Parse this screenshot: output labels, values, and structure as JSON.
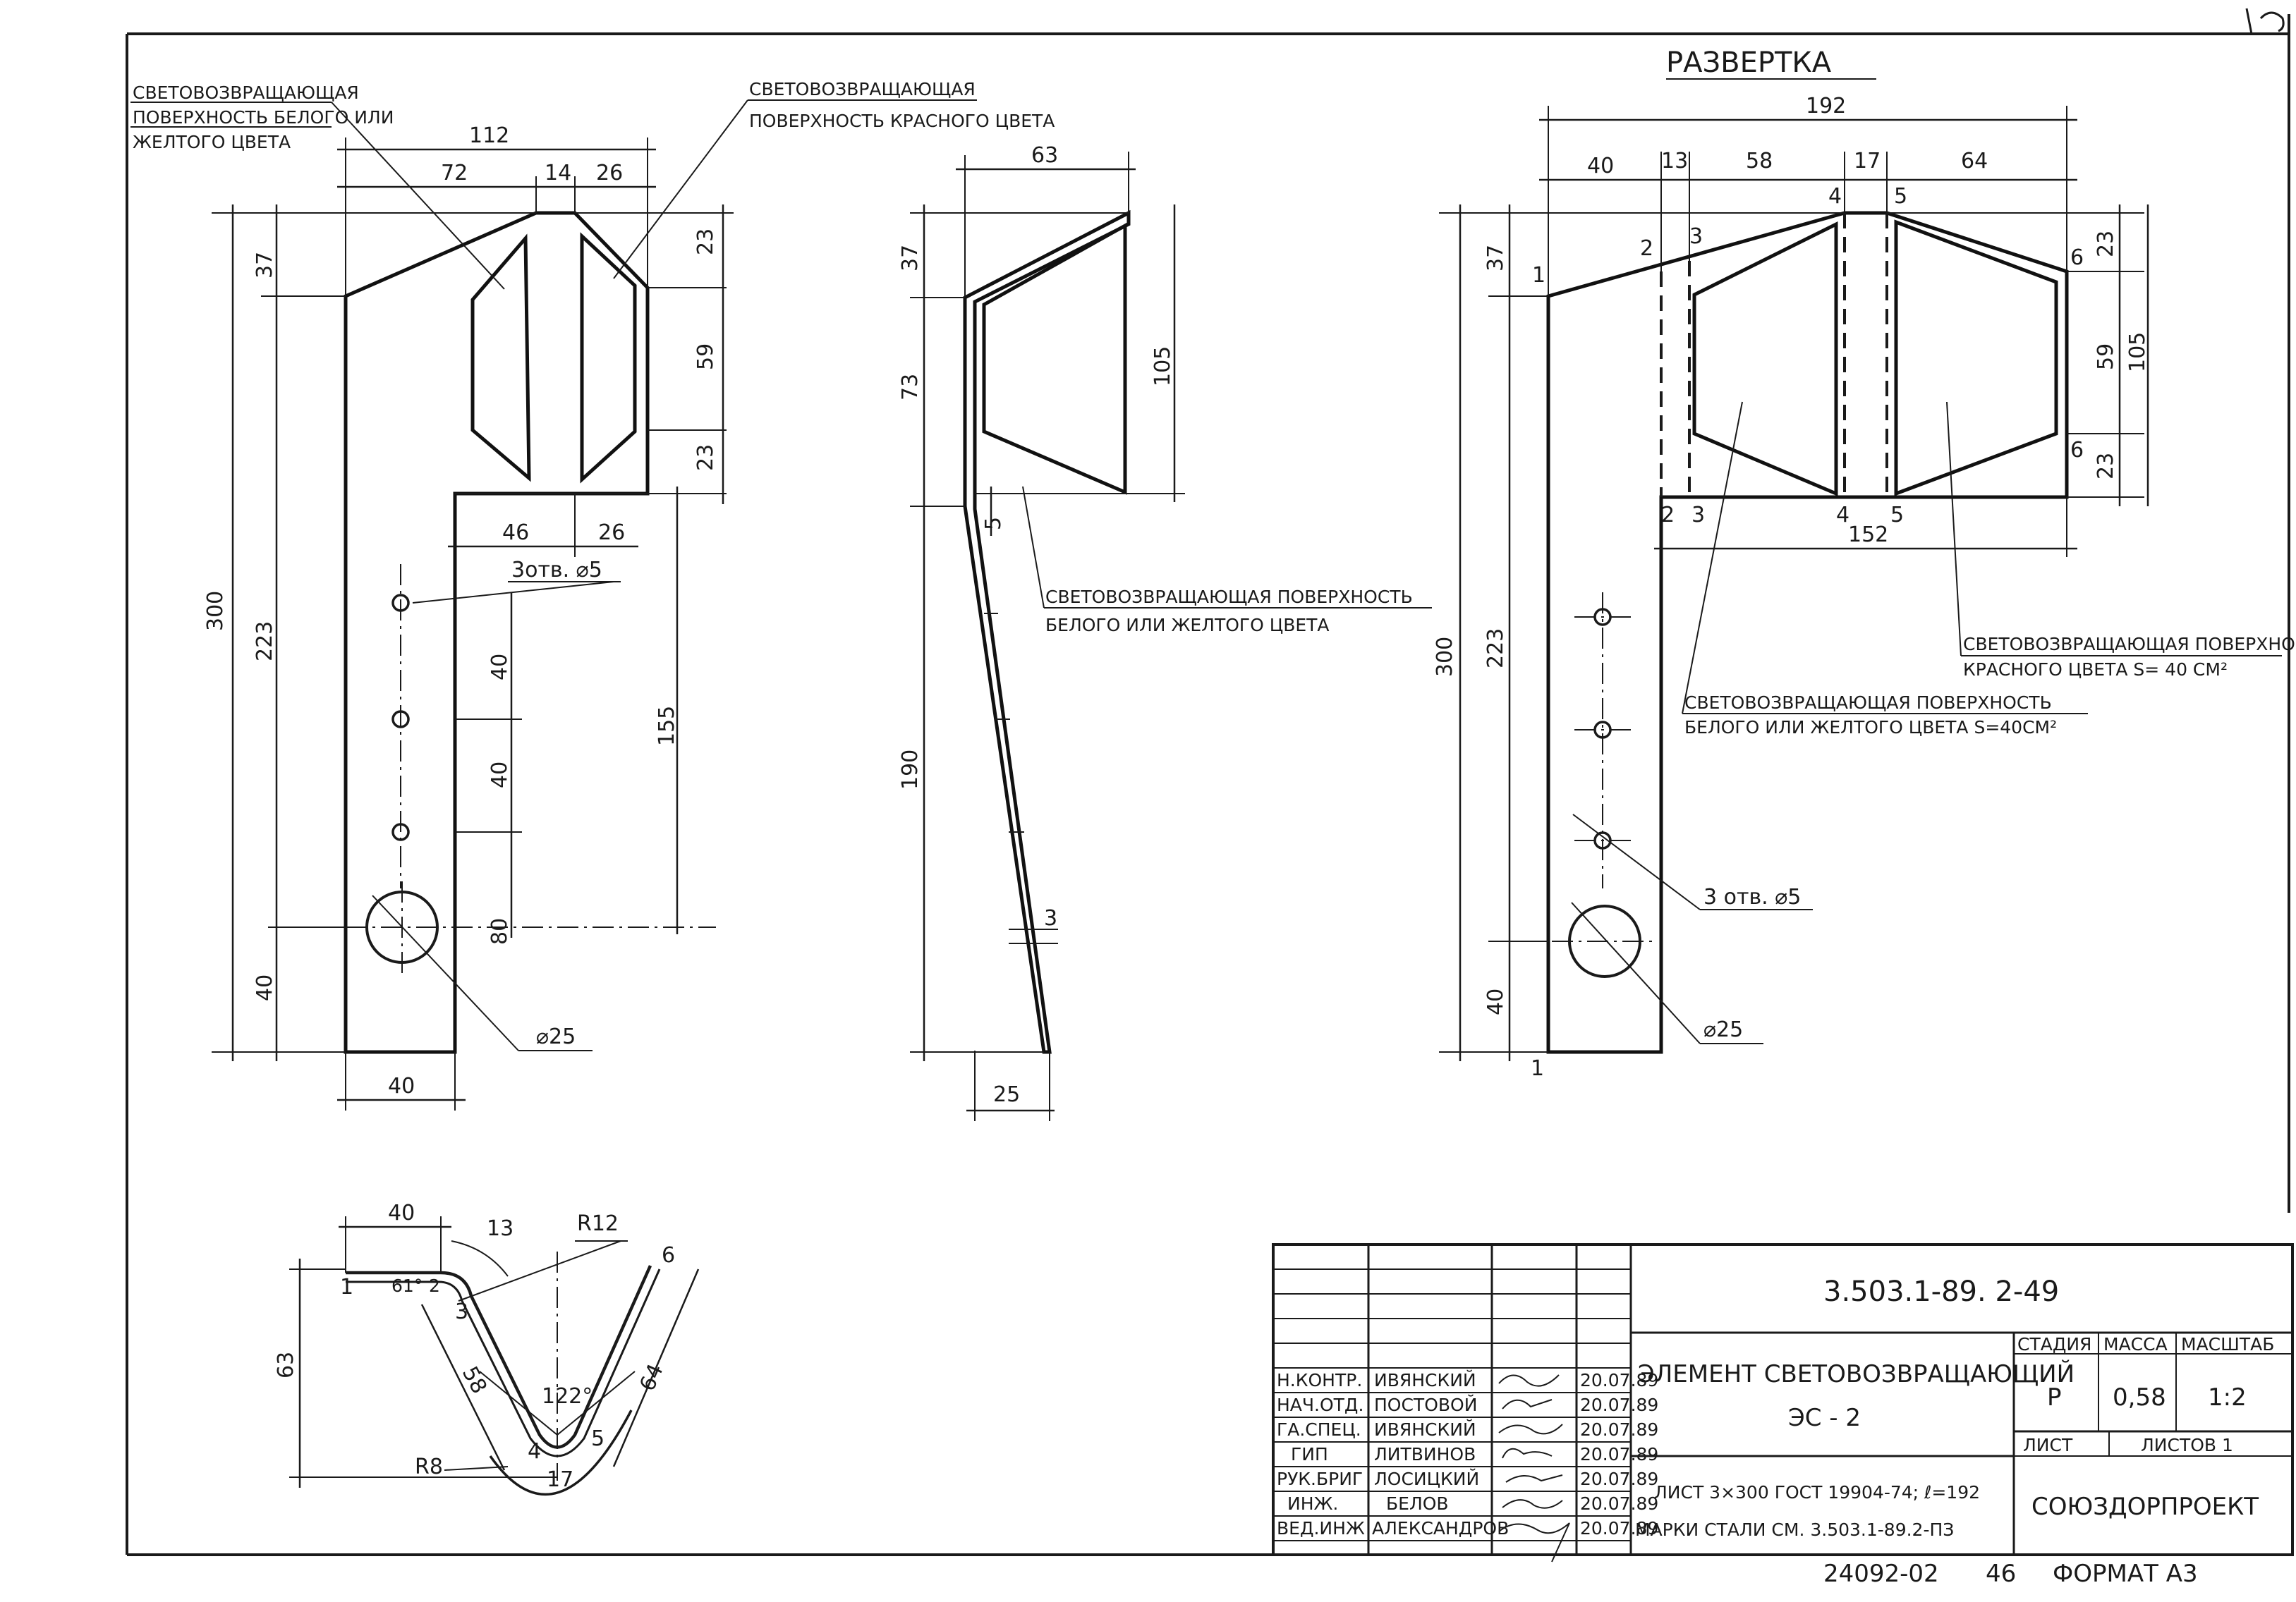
{
  "view_front": {
    "label_white": [
      "СВЕТОВОЗВРАЩАЮЩАЯ",
      "ПОВЕРХНОСТЬ БЕЛОГО ИЛИ",
      "ЖЕЛТОГО ЦВЕТА"
    ],
    "label_red": [
      "СВЕТОВОЗВРАЩАЮЩАЯ",
      "ПОВЕРХНОСТЬ КРАСНОГО ЦВЕТА"
    ],
    "dims": {
      "top_total": "112",
      "top_a": "72",
      "top_b": "14",
      "top_c": "26",
      "h_37": "37",
      "h_23a": "23",
      "h_59": "59",
      "h_23b": "23",
      "h_300": "300",
      "h_223": "223",
      "h_155": "155",
      "h_40a": "40",
      "h_40b": "40",
      "h_80": "80",
      "h_40c": "40",
      "w_46": "46",
      "w_26": "26",
      "w_40": "40",
      "holes": "3отв. ⌀5",
      "hole_big": "⌀25"
    }
  },
  "view_side": {
    "label": [
      "СВЕТОВОЗВРАЩАЮЩАЯ ПОВЕРХНОСТЬ",
      "БЕЛОГО ИЛИ ЖЕЛТОГО ЦВЕТА"
    ],
    "dims": {
      "w_63": "63",
      "h_37": "37",
      "h_73": "73",
      "h_105": "105",
      "h_5": "5",
      "h_190": "190",
      "t_3": "3",
      "w_25": "25"
    }
  },
  "view_unfold": {
    "title": "РАЗВЕРТКА",
    "label_red": [
      "СВЕТОВОЗВРАЩАЮЩАЯ ПОВЕРХНОСТЬ",
      "КРАСНОГО ЦВЕТА S= 40 СМ²"
    ],
    "label_white": [
      "СВЕТОВОЗВРАЩАЮЩАЯ ПОВЕРХНОСТЬ",
      "БЕЛОГО ИЛИ ЖЕЛТОГО ЦВЕТА S=40СМ²"
    ],
    "dims": {
      "top_192": "192",
      "s_40": "40",
      "s_13": "13",
      "s_58": "58",
      "s_17": "17",
      "s_64": "64",
      "h_37": "37",
      "h_23a": "23",
      "h_59": "59",
      "h_23b": "23",
      "h_105": "105",
      "w_152": "152",
      "h_300": "300",
      "h_223": "223",
      "h_40": "40",
      "holes": "3 отв. ⌀5",
      "hole_big": "⌀25"
    },
    "points": [
      "1",
      "2",
      "3",
      "4",
      "5",
      "6",
      "6",
      "2",
      "3",
      "4",
      "5",
      "1"
    ]
  },
  "view_section": {
    "dims": {
      "w_40": "40",
      "s_13": "13",
      "r_12": "R12",
      "ang_61": "61°",
      "z_2": "2",
      "h_63": "63",
      "s_58": "58",
      "s_64": "64",
      "ang_122": "122°",
      "r_8": "R8",
      "s_17": "17"
    },
    "points": [
      "1",
      "3",
      "4",
      "5",
      "6"
    ]
  },
  "title_block": {
    "code": "3.503.1-89. 2-49",
    "rows": [
      {
        "role": "Н.КОНТР.",
        "name": "ИВЯНСКИЙ",
        "date": "20.07.89"
      },
      {
        "role": "НАЧ.ОТД.",
        "name": "ПОСТОВОЙ",
        "date": "20.07.89"
      },
      {
        "role": "ГА.СПЕЦ.",
        "name": "ИВЯНСКИЙ",
        "date": "20.07.89"
      },
      {
        "role": "ГИП",
        "name": "ЛИТВИНОВ",
        "date": "20.07.89"
      },
      {
        "role": "РУК.БРИГ",
        "name": "ЛОСИЦКИЙ",
        "date": "20.07.89"
      },
      {
        "role": "ИНЖ.",
        "name": "БЕЛОВ",
        "date": "20.07.89"
      },
      {
        "role": "ВЕД.ИНЖ",
        "name": "АЛЕКСАНДРОВ",
        "date": "20.07.89"
      }
    ],
    "element_name": "ЭЛЕМЕНТ СВЕТОВОЗВРАЩАЮЩИЙ",
    "element_code": "ЭС - 2",
    "stage_header": "СТАДИЯ",
    "mass_header": "МАССА",
    "scale_header": "МАСШТАБ",
    "stage": "Р",
    "mass": "0,58",
    "scale": "1:2",
    "sheet_label": "ЛИСТ",
    "sheets_label": "ЛИСТОВ 1",
    "material_1": "ЛИСТ 3×300 ГОСТ 19904-74; ℓ=192",
    "material_2": "МАРКИ СТАЛИ СМ. 3.503.1-89.2-ПЗ",
    "org": "СОЮЗДОРПРОЕКТ",
    "footer_code": "24092-02",
    "footer_page": "46",
    "footer_format": "ФОРМАТ А3"
  }
}
